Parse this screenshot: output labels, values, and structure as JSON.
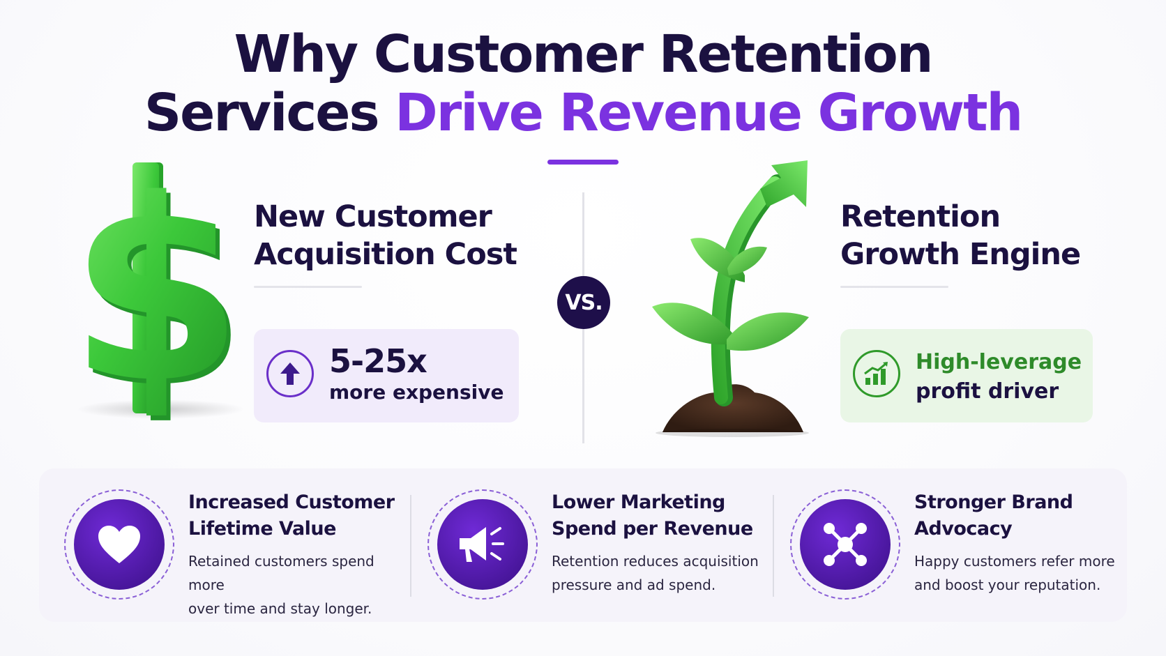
{
  "header": {
    "title_line1": "Why Customer Retention",
    "title_line2_plain": "Services ",
    "title_line2_accent": "Drive Revenue Growth"
  },
  "comparison": {
    "vs_label": "VS.",
    "left": {
      "heading": "New Customer\nAcquisition Cost",
      "stat_value": "5-25x",
      "stat_caption": "more expensive",
      "icon": "arrow-up-icon"
    },
    "right": {
      "heading": "Retention\nGrowth Engine",
      "stat_line1": "High-leverage",
      "stat_line2": "profit driver",
      "icon": "bar-chart-growth-icon"
    }
  },
  "benefits": [
    {
      "icon": "heart-icon",
      "title": "Increased Customer\nLifetime Value",
      "description": "Retained customers spend more\nover time and stay longer."
    },
    {
      "icon": "megaphone-icon",
      "title": "Lower Marketing\nSpend per Revenue",
      "description": "Retention reduces acquisition\npressure and ad spend."
    },
    {
      "icon": "network-icon",
      "title": "Stronger Brand\nAdvocacy",
      "description": "Happy customers refer more\nand boost your reputation."
    }
  ],
  "colors": {
    "navy": "#1b1140",
    "purple_accent": "#7b32e0",
    "green_money": "#3cc83a",
    "green_text": "#2e8b2a",
    "lavender_box": "#f1ebfb",
    "mint_box": "#e9f6e6"
  }
}
